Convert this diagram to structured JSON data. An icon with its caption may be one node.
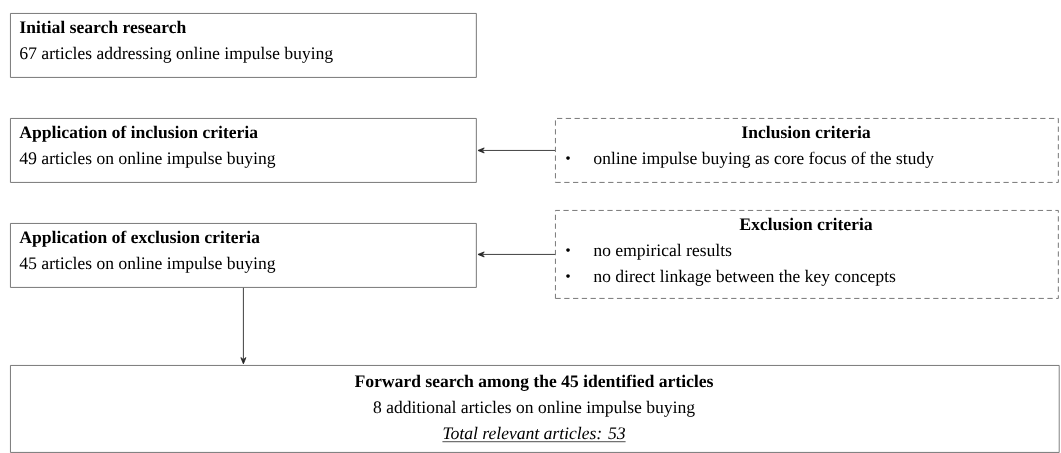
{
  "diagram": {
    "nodes": [
      {
        "text": [
          "Initial search research",
          "67 articles addressing online impulse buying"
        ]
      },
      {
        "text": [
          "Application of inclusion criteria",
          "49 articles on online impulse buying"
        ]
      },
      {
        "text": [
          "Inclusion criteria",
          "online impulse buying as core focus of the study"
        ]
      },
      {
        "text": [
          "Application of exclusion criteria",
          "45 articles on online impulse buying"
        ]
      },
      {
        "text": [
          "Exclusion criteria",
          "no empirical results",
          "no direct linkage between the key concepts"
        ]
      },
      {
        "text": [
          "Forward search among the 45 identified articles",
          "8 additional articles on online impulse buying",
          "Total relevant articles: 53"
        ]
      }
    ],
    "edges": [
      {
        "from": 2,
        "to": 1,
        "arrow": "to"
      },
      {
        "from": 4,
        "to": 3,
        "arrow": "to"
      },
      {
        "from": 3,
        "to": 5,
        "arrow": "to"
      }
    ]
  }
}
